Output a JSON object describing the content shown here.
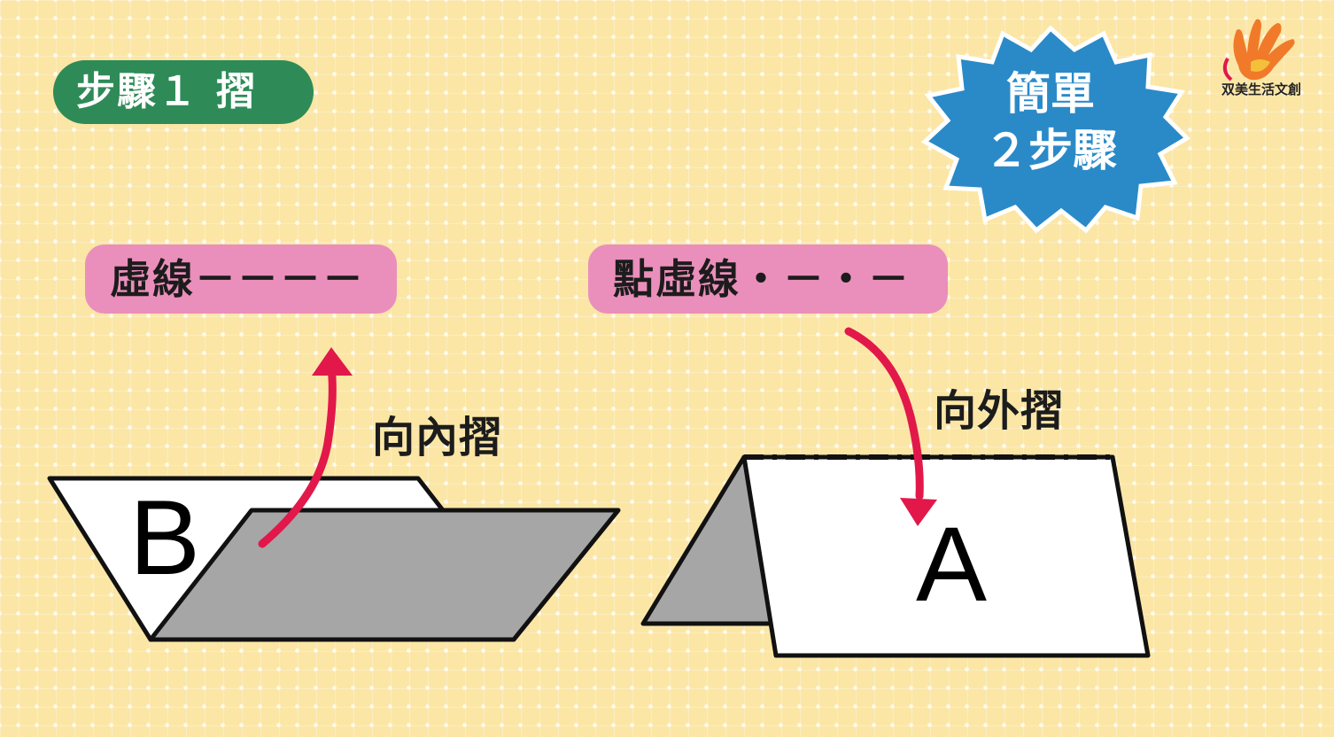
{
  "step_badge": {
    "number_label": "步驟１",
    "action": "摺"
  },
  "badge": {
    "line1": "簡單",
    "line2": "２步驟",
    "color": "#2a8ac8"
  },
  "logo": {
    "text": "双美生活文創",
    "icon": "hand-logo-icon"
  },
  "labels": {
    "dashed": "虛線－－－－",
    "dot_dashed": "點虛線・－・－"
  },
  "actions": {
    "fold_in": "向內摺",
    "fold_out": "向外摺"
  },
  "panels": {
    "left_letter": "B",
    "right_letter": "A",
    "paper_color": "#ffffff",
    "folded_color": "#a6a6a6",
    "arrow_color": "#e2184a"
  }
}
